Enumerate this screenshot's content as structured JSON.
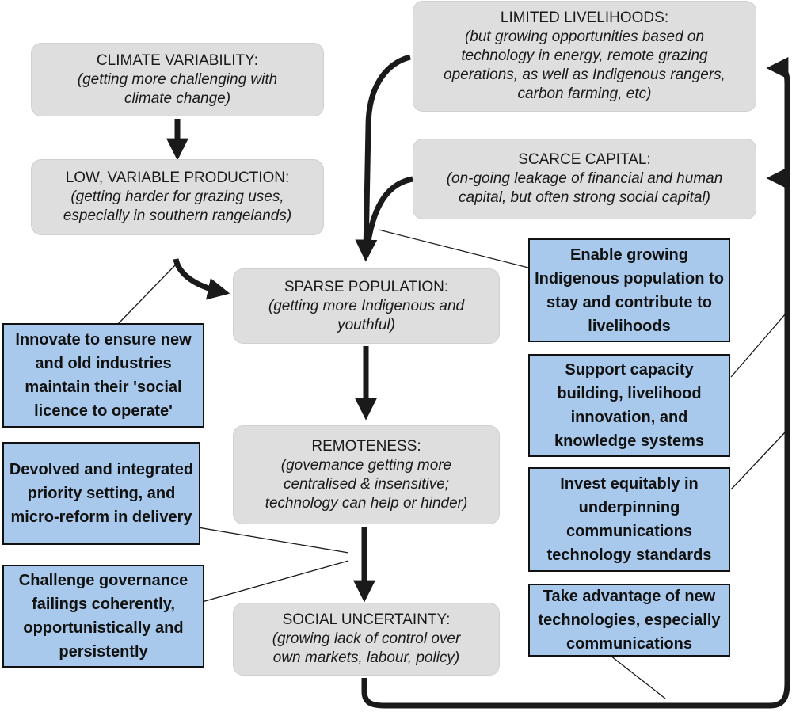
{
  "problems": {
    "climate": {
      "title": "CLIMATE VARIABILITY:",
      "sub": "(getting more challenging with climate change)"
    },
    "production": {
      "title": "LOW, VARIABLE PRODUCTION:",
      "sub": "(getting harder for grazing uses, especially in southern rangelands)"
    },
    "population": {
      "title": "SPARSE POPULATION:",
      "sub": "(getting more Indigenous and youthful)"
    },
    "remoteness": {
      "title": "REMOTENESS:",
      "sub": "(govemance getting more centralised & insensitive; technology can help or hinder)"
    },
    "social": {
      "title": "SOCIAL UNCERTAINTY:",
      "sub": "(growing lack of control over own markets, labour, policy)"
    },
    "livelihoods": {
      "title": "LIMITED LIVELIHOODS:",
      "sub": "(but growing opportunities based on technology in energy, remote grazing operations, as well as Indigenous rangers, carbon farming, etc)"
    },
    "capital": {
      "title": "SCARCE CAPITAL:",
      "sub": "(on-going leakage of financial and human capital, but often strong social capital)"
    }
  },
  "responses": {
    "innovate": "Innovate to ensure new and old industries maintain their 'social licence to operate'",
    "devolved": "Devolved and integrated priority setting, and micro-reform in delivery",
    "challenge": "Challenge governance failings coherently, opportunistically and persistently",
    "indigenous": "Enable growing Indigenous population to stay and contribute to livelihoods",
    "capacity": "Support capacity building, livelihood innovation, and knowledge systems",
    "invest": "Invest equitably in underpinning communications technology standards",
    "technology": "Take advantage of new technologies, especially communications"
  },
  "colors": {
    "problem_fill": "#dedede",
    "response_fill": "#a8c9ec",
    "arrow": "#1a1a1a"
  }
}
